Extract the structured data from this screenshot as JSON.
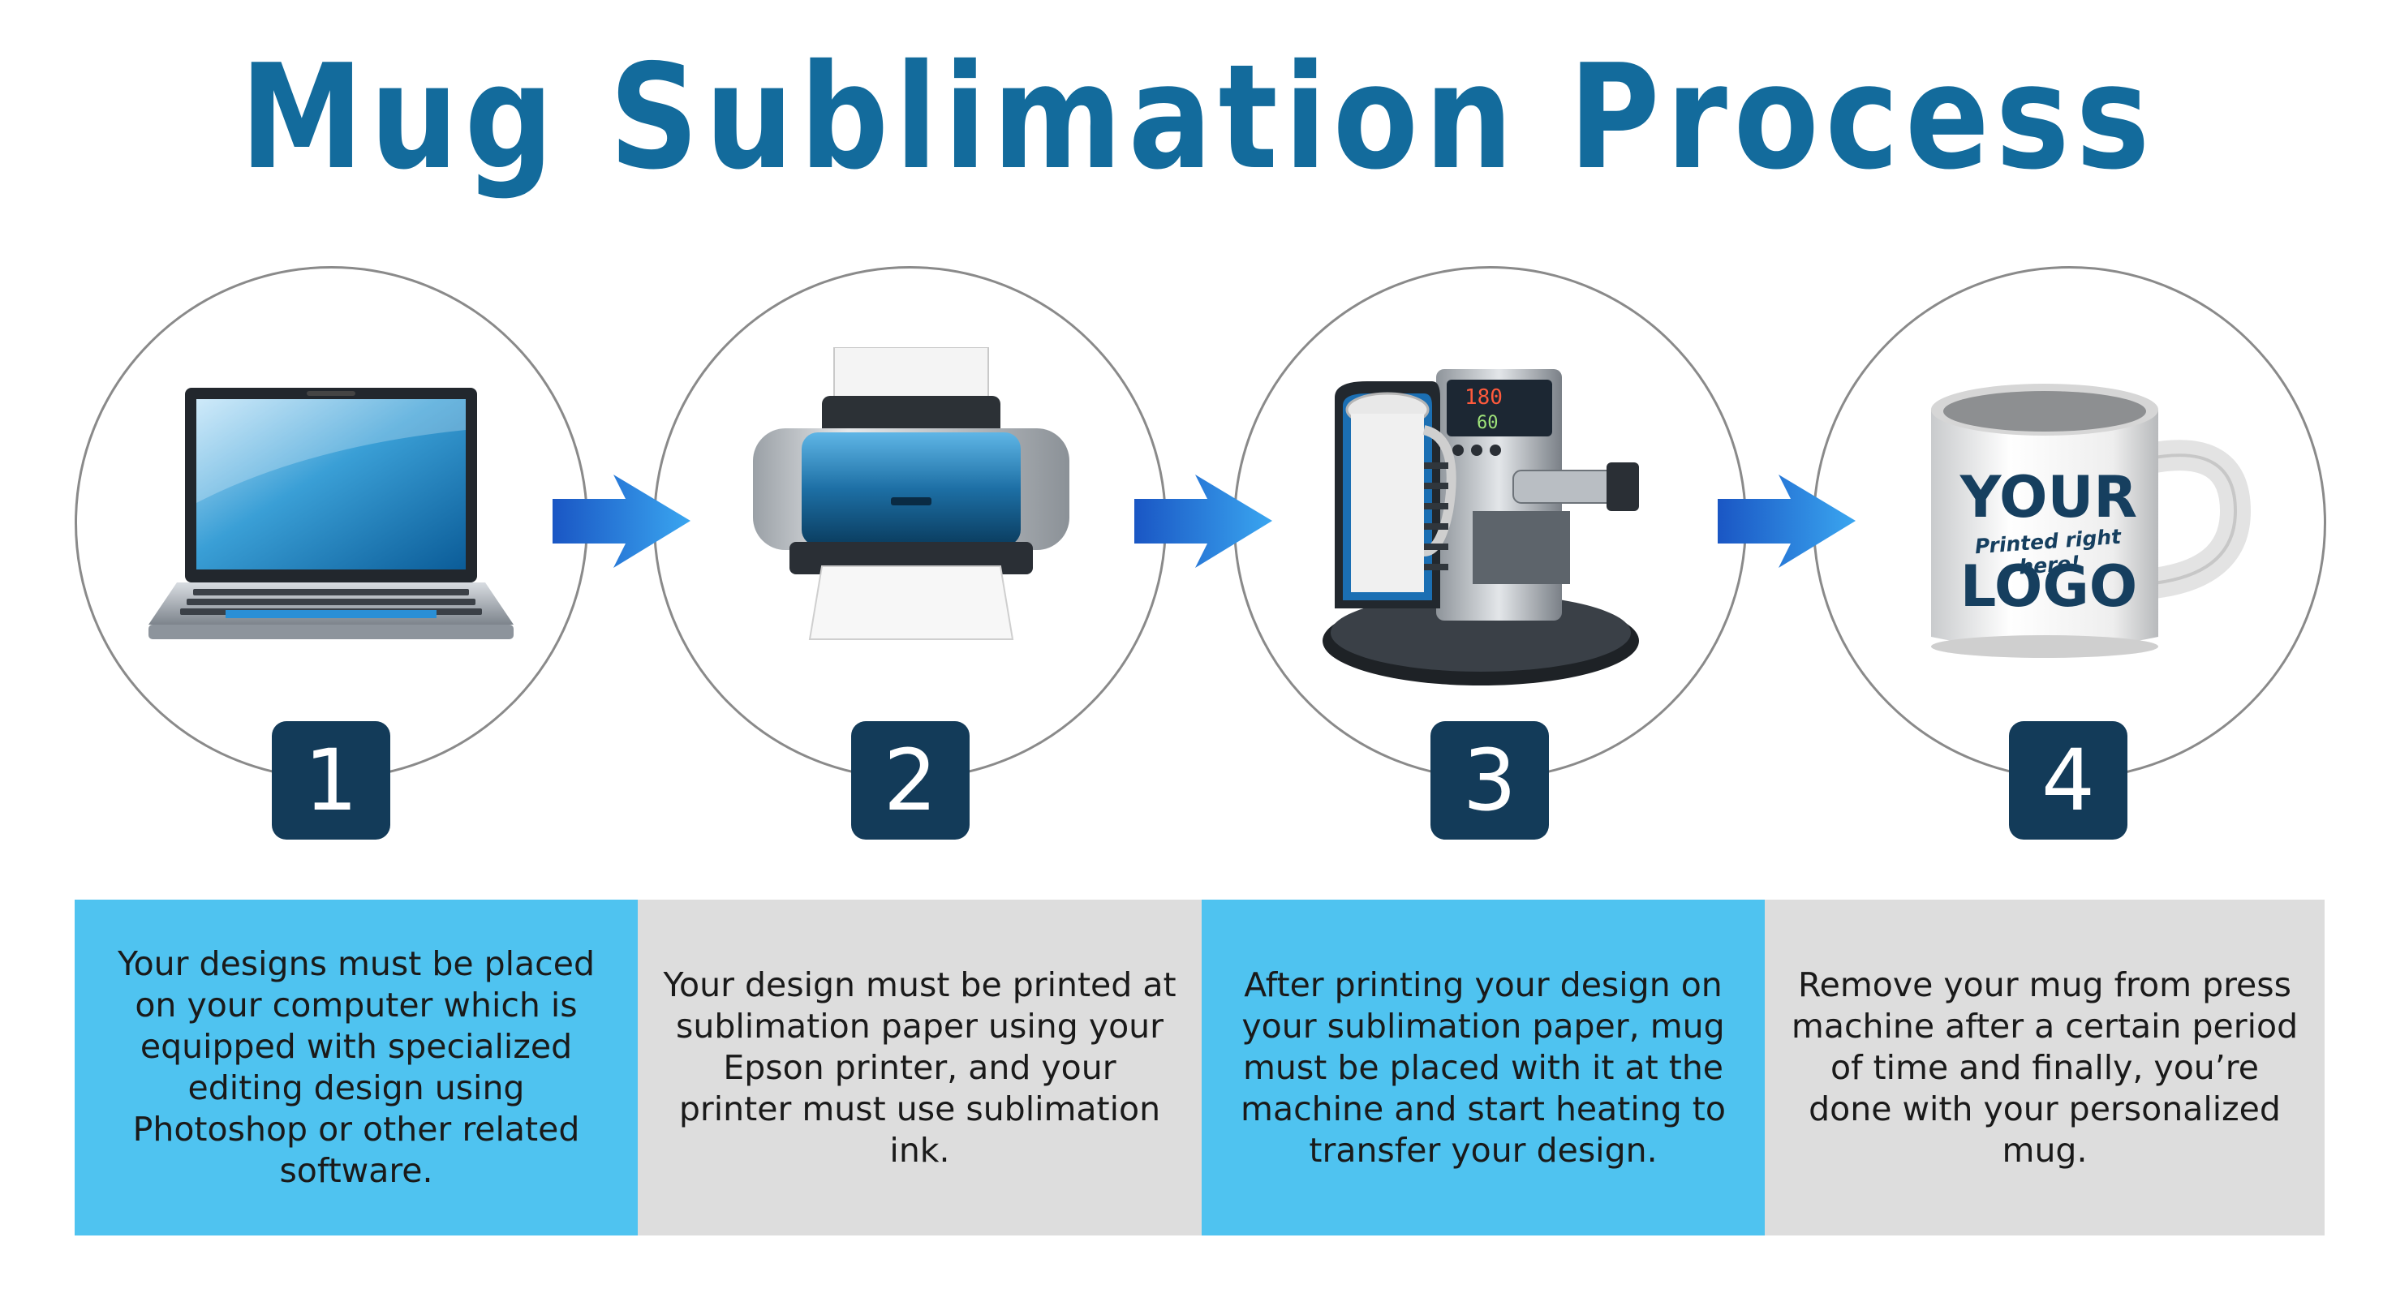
{
  "title": "Mug Sublimation Process",
  "colors": {
    "title": "#136b9c",
    "badge": "#133b59",
    "panel_blue": "#4fc3f0",
    "panel_gray": "#dddddd",
    "arrow": "#1f6fd0",
    "circle_border": "#8a8a8a"
  },
  "steps": [
    {
      "number": "1",
      "icon": "laptop-icon",
      "text": "Your designs must be placed on your computer which is equipped with specialized editing design using Photoshop or other related software."
    },
    {
      "number": "2",
      "icon": "printer-icon",
      "text": "Your design must be printed at sublimation paper using your Epson printer, and your printer must use sublimation ink."
    },
    {
      "number": "3",
      "icon": "mug-press-icon",
      "text": "After printing your design on your sublimation paper, mug must be placed with it at the machine and start heating to transfer your design."
    },
    {
      "number": "4",
      "icon": "mug-icon",
      "text": "Remove your mug from press machine after a certain period of time and finally, you’re done with your personalized mug."
    }
  ],
  "press_display": {
    "temp": "180",
    "time": "60"
  },
  "mug_logo": {
    "line1": "YOUR",
    "tagline": "Printed right here!",
    "line2": "LOGO"
  }
}
